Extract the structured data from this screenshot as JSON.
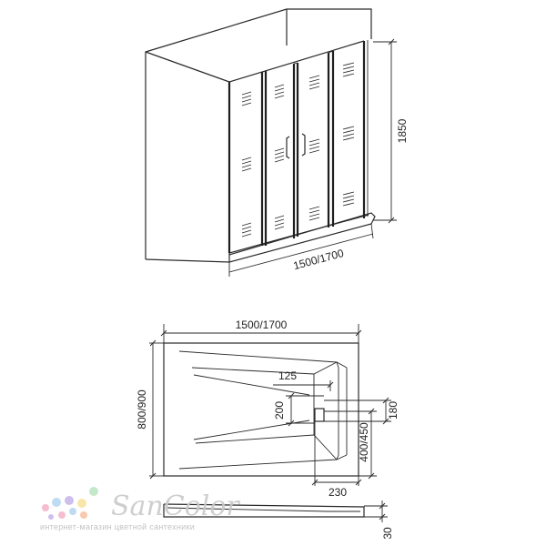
{
  "top_view": {
    "width_label": "1500/1700",
    "height_label": "1850"
  },
  "plan_view": {
    "width_label": "1500/1700",
    "depth_label": "800/900",
    "drain_offset_label": "125",
    "drain_size_label": "200",
    "drain_edge_label": "180",
    "drain_y_label": "400/450",
    "drain_x_label": "230"
  },
  "side_view": {
    "height_label": "30"
  },
  "watermark": {
    "brand": "SanColor",
    "tagline": "интернет-магазин цветной сантехники",
    "dot_colors": [
      "#f4b6c9",
      "#b9d7f2",
      "#c9b8ea",
      "#f7e3a0",
      "#bfe6c6",
      "#f7c4a5"
    ]
  }
}
